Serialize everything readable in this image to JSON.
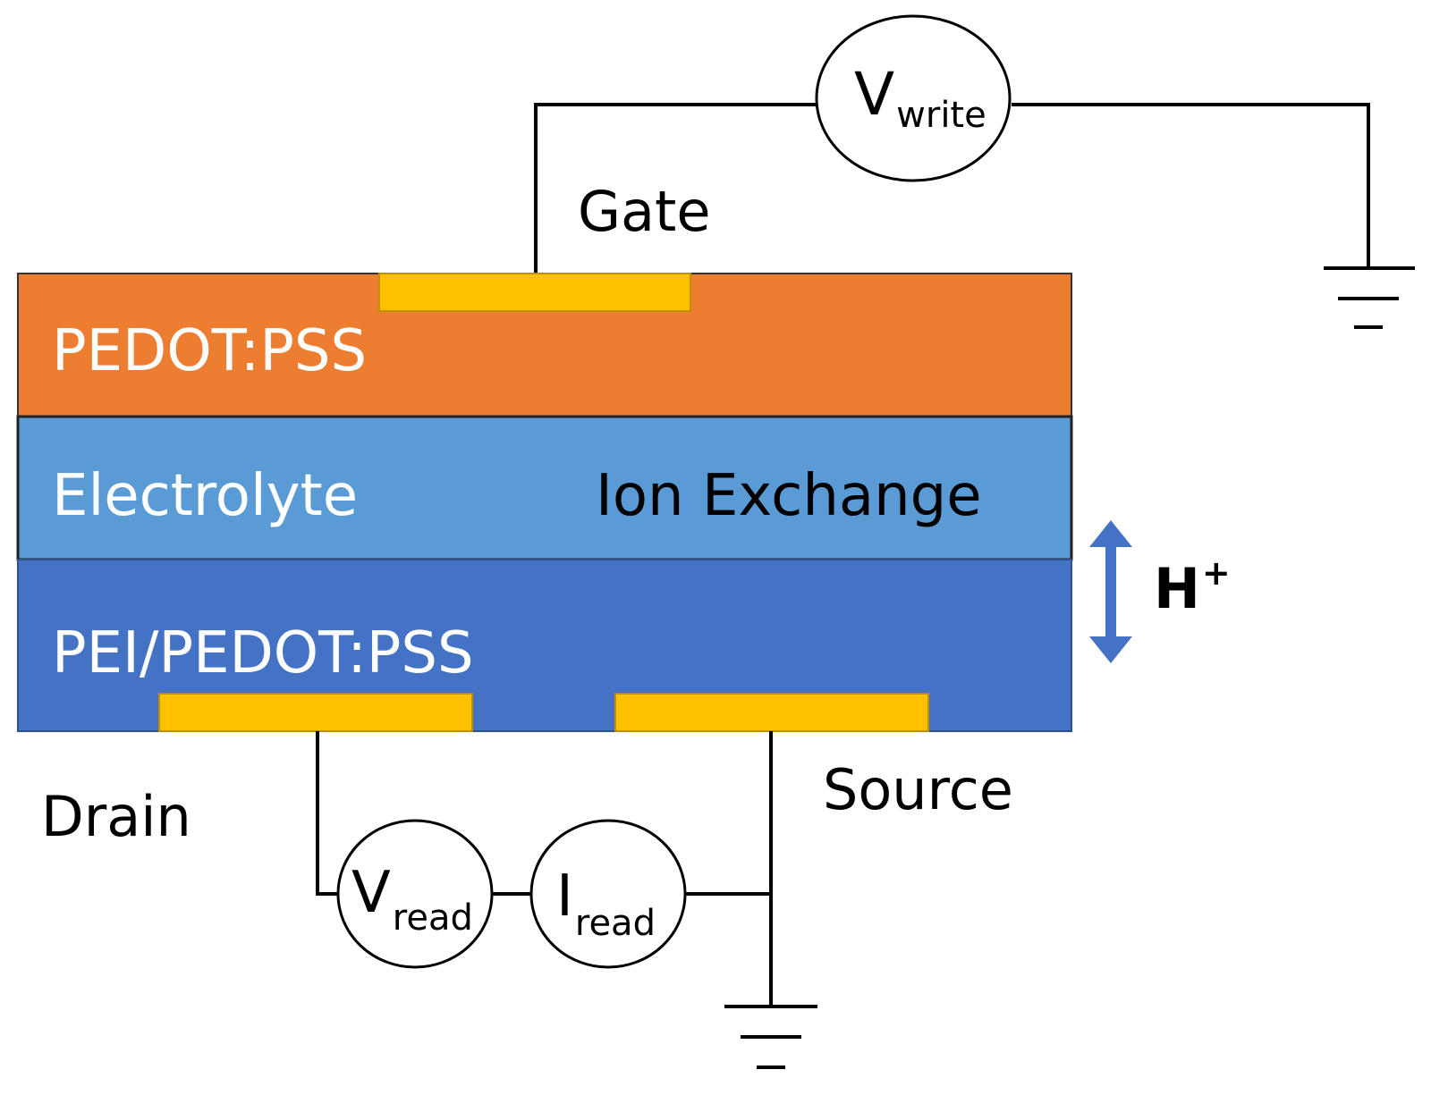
{
  "layers": {
    "top": {
      "label": "PEDOT:PSS",
      "color": "#ED7D31"
    },
    "middle": {
      "label": "Electrolyte",
      "note": "Ion Exchange",
      "color": "#5B9BD5"
    },
    "bottom": {
      "label": "PEI/PEDOT:PSS",
      "color": "#4472C4"
    }
  },
  "contact_color": "#FFC000",
  "terminals": {
    "gate": "Gate",
    "drain": "Drain",
    "source": "Source"
  },
  "sources": {
    "write": {
      "symbol": "V",
      "subscript": "write"
    },
    "vread": {
      "symbol": "V",
      "subscript": "read"
    },
    "iread": {
      "symbol": "I",
      "subscript": "read"
    }
  },
  "ion": {
    "symbol": "H",
    "superscript": "+",
    "arrow_color": "#4472C4"
  }
}
